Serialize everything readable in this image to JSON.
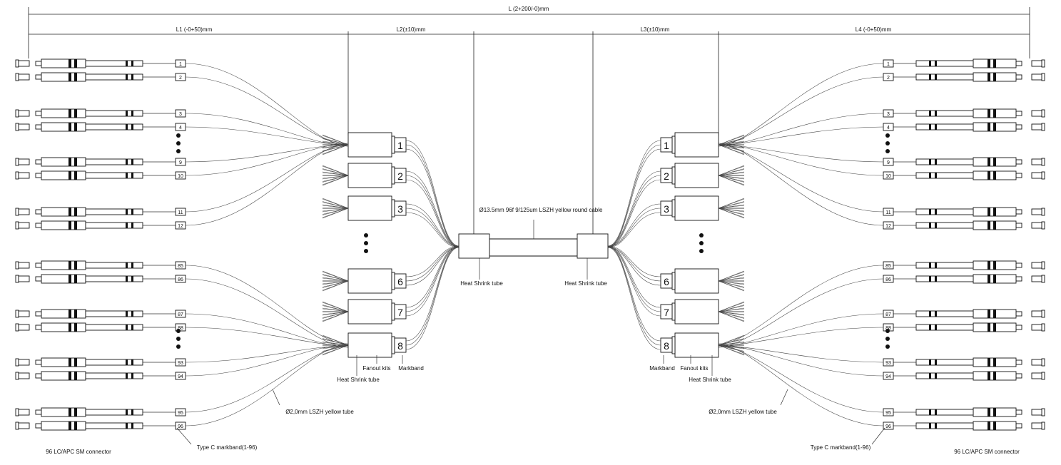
{
  "dimensions": {
    "L": "L (2+200/-0)mm",
    "L1": "L1 (-0+50)mm",
    "L2": "L2(±10)mm",
    "L3": "L3(±10)mm",
    "L4": "L4 (-0+50)mm"
  },
  "labels": {
    "cable": "Ø13.5mm 96f  9/125um LSZH yellow round cable",
    "heat_shrink_left": "Heat Shrink tube",
    "heat_shrink_right": "Heat Shrink tube",
    "fanout_kits_left": "Fanout kits",
    "fanout_kits_right": "Fanout kits",
    "markband_left": "Markband",
    "markband_right": "Markband",
    "heat_shrink_fanout_left": "Heat Shrink tube",
    "heat_shrink_fanout_right": "Heat Shrink tube",
    "tube_left": "Ø2,0mm LSZH yellow tube",
    "tube_right": "Ø2,0mm LSZH yellow tube",
    "markband_type_left": "Type C markband(1-96)",
    "markband_type_right": "Type C markband(1-96)",
    "connector_left": "96 LC/APC SM connector",
    "connector_right": "96 LC/APC SM connector"
  },
  "fanout_numbers": [
    "1",
    "2",
    "3",
    "6",
    "7",
    "8"
  ],
  "connector_numbers": [
    "1",
    "2",
    "3",
    "4",
    "9",
    "10",
    "11",
    "12",
    "85",
    "86",
    "87",
    "88",
    "93",
    "94",
    "95",
    "96"
  ]
}
